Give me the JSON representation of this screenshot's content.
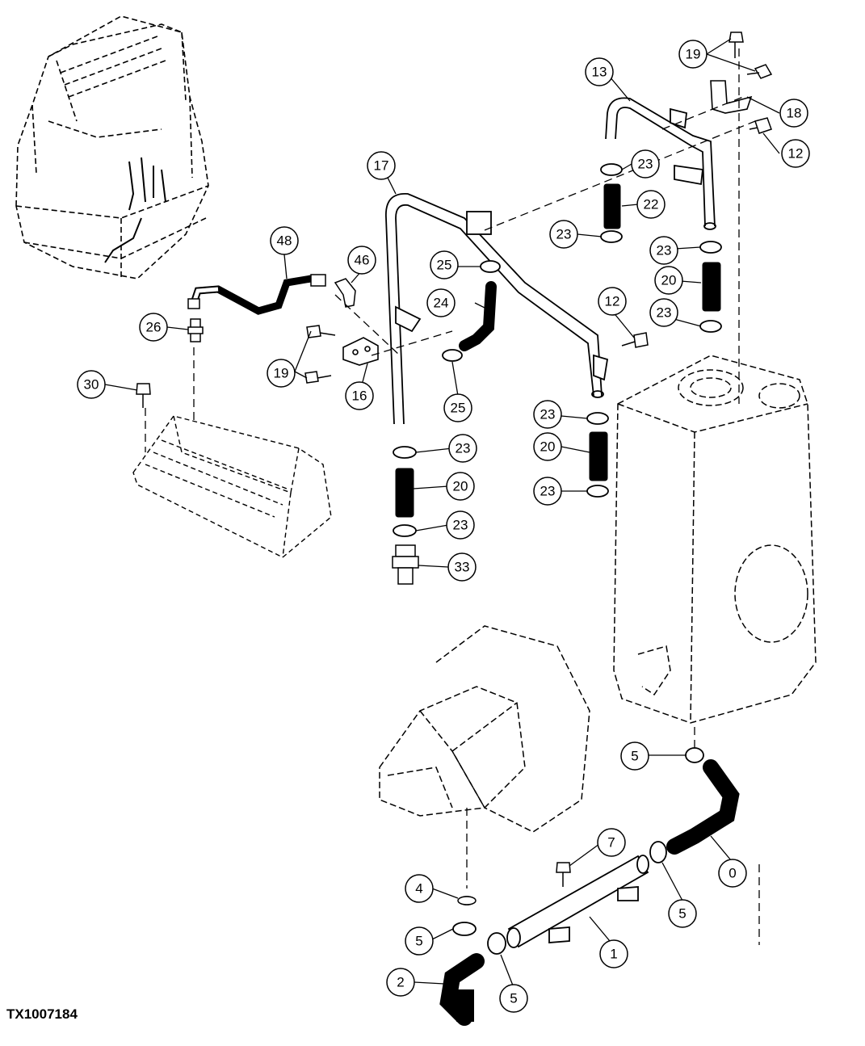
{
  "figure_id": "TX1007184",
  "callouts": [
    "19",
    "13",
    "18",
    "12",
    "17",
    "23",
    "22",
    "23",
    "23",
    "48",
    "46",
    "25",
    "20",
    "24",
    "23",
    "12",
    "26",
    "19",
    "16",
    "19",
    "25",
    "30",
    "23",
    "20",
    "23",
    "23",
    "20",
    "23",
    "33",
    "5",
    "0",
    "7",
    "4",
    "5",
    "5",
    "1",
    "2",
    "5"
  ]
}
